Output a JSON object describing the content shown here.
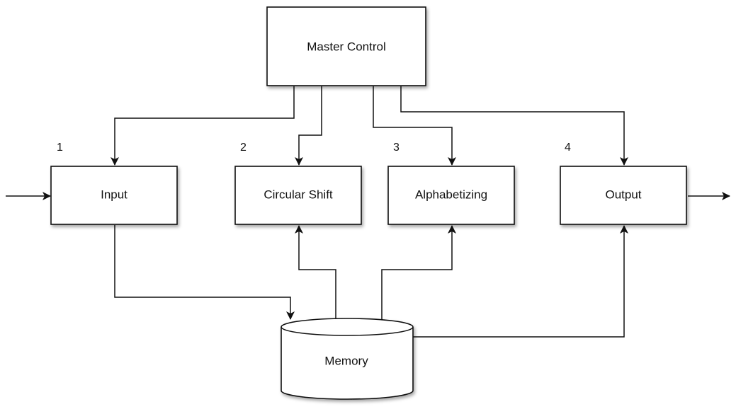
{
  "nodes": {
    "master_control": "Master Control",
    "input": "Input",
    "circular_shift": "Circular Shift",
    "alphabetizing": "Alphabetizing",
    "output": "Output",
    "memory": "Memory"
  },
  "module_numbers": {
    "input": "1",
    "circular_shift": "2",
    "alphabetizing": "3",
    "output": "4"
  },
  "colors": {
    "stroke": "#111111",
    "fill": "#ffffff",
    "shadow": "#bbbbbb"
  }
}
